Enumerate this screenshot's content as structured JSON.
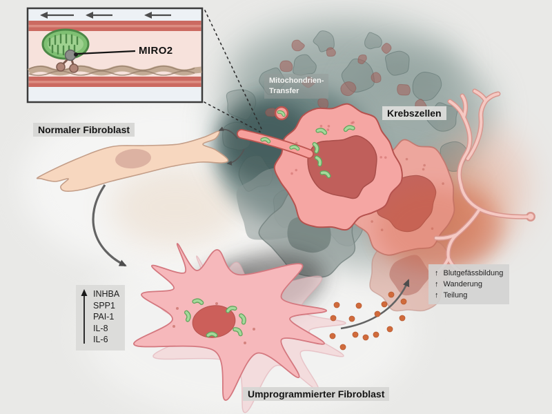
{
  "inset": {
    "protein_label": "MIRO2"
  },
  "labels": {
    "normal_fibroblast": "Normaler Fibroblast",
    "cancer_cells": "Krebszellen",
    "mito_transfer": {
      "line1": "Mitochondrien-",
      "line2": "Transfer"
    },
    "reprogrammed_fibroblast": "Umprogrammierter Fibroblast"
  },
  "secreted_factors": {
    "items": [
      "INHBA",
      "SPP1",
      "PAI-1",
      "IL-8",
      "IL-6"
    ]
  },
  "effects": {
    "arrow_glyph": "↑",
    "items": [
      "Blutgefässbildung",
      "Wanderung",
      "Teilung"
    ]
  },
  "colors": {
    "background": "#e9e9e7",
    "cancer_cell_pink": "#f5a6a3",
    "fibroblast_peach": "#f7d7bf",
    "reprogrammed_pink": "#f6b8bb",
    "mitochondria_green": "#8fca84",
    "secreted_dot_orange": "#d06b3c",
    "teal_cluster": "#4e6a69",
    "label_box_gray": "#d5d5d3"
  }
}
